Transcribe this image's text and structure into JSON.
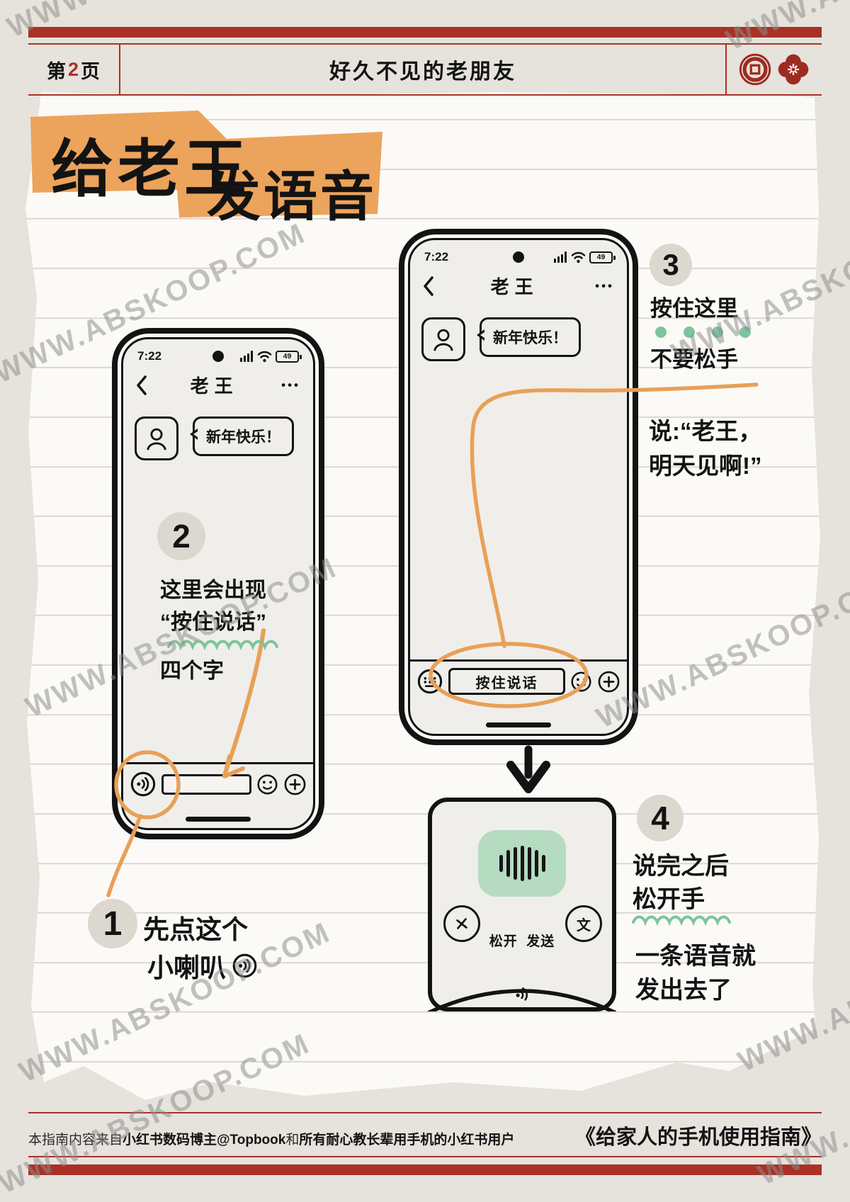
{
  "watermark": {
    "text": "WWW.ABSKOOP.COM"
  },
  "colors": {
    "red": "#a93126",
    "orange": "#eca35c",
    "green_box": "#b5dbc1",
    "green_accent": "#7cc49d",
    "ink": "#131313",
    "paper": "#fbfaf7",
    "background": "#e6e2dc"
  },
  "header": {
    "page_prefix": "第",
    "page_number": "2",
    "page_suffix": "页",
    "title": "好久不见的老朋友"
  },
  "title_block": {
    "line1": "给老王",
    "line2": "发语音"
  },
  "phone1": {
    "status": {
      "time": "7:22",
      "battery": "49"
    },
    "nav": {
      "title": "老王",
      "menu": "•••"
    },
    "message": {
      "text": "新年快乐！"
    }
  },
  "phone2": {
    "status": {
      "time": "7:22",
      "battery": "49"
    },
    "nav": {
      "title": "老王",
      "menu": "•••"
    },
    "message": {
      "text": "新年快乐！"
    },
    "input": {
      "button": "按住说话"
    }
  },
  "steps": {
    "s1": {
      "num": "1",
      "line1": "先点这个",
      "line2": "小喇叭"
    },
    "s2": {
      "num": "2",
      "line1": "这里会出现",
      "line2": "“按住说话”",
      "line3": "四个字"
    },
    "s3": {
      "num": "3",
      "line1": "按住这里",
      "line2": "不要松手",
      "say1": "说:“老王，",
      "say2": "明天见啊!”"
    },
    "s4": {
      "num": "4",
      "line1": "说完之后",
      "line2": "松开手",
      "line3": "一条语音就",
      "line4": "发出去了"
    }
  },
  "popup": {
    "release": "松开",
    "send": "发送",
    "to_text": "文"
  },
  "footer": {
    "pre": "本指南内容来自",
    "bold1": "小红书数码博主@Topbook",
    "mid": "和",
    "bold2": "所有耐心教长辈用手机的小红书用户",
    "right": "《给家人的手机使用指南》"
  }
}
